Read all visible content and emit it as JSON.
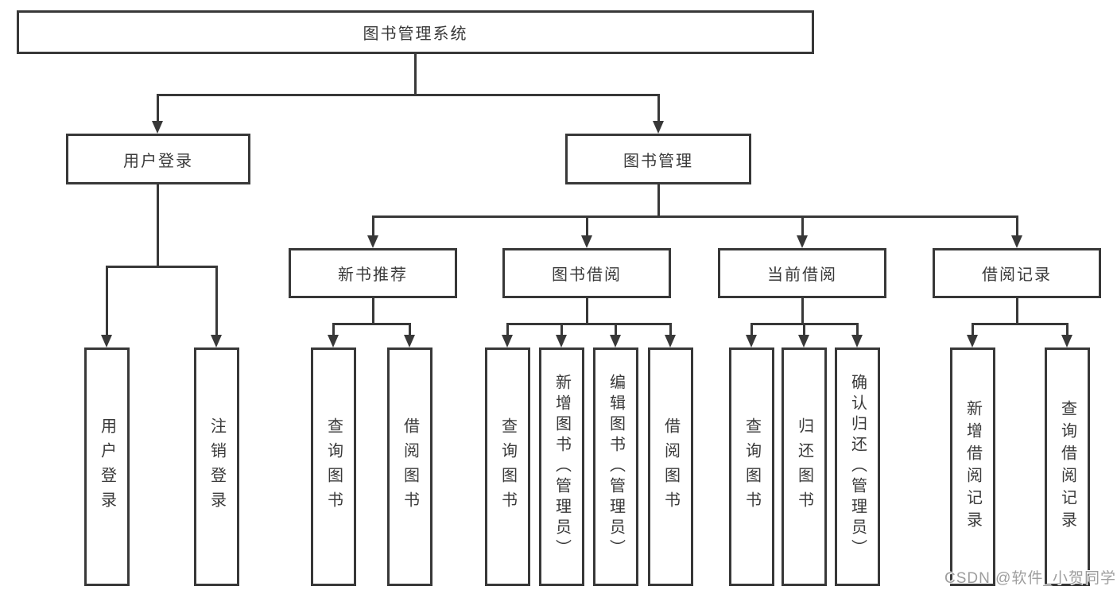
{
  "diagram": {
    "root": {
      "label": "图书管理系统"
    },
    "branches": [
      {
        "label": "用户登录"
      },
      {
        "label": "图书管理"
      }
    ],
    "modules": [
      {
        "label": "新书推荐"
      },
      {
        "label": "图书借阅"
      },
      {
        "label": "当前借阅"
      },
      {
        "label": "借阅记录"
      }
    ],
    "leaves": {
      "user": [
        "用户登录",
        "注销登录"
      ],
      "recommend": [
        "查询图书",
        "借阅图书"
      ],
      "borrow": [
        "查询图书",
        "新增图书（管理员）",
        "编辑图书（管理员）",
        "借阅图书"
      ],
      "current": [
        "查询图书",
        "归还图书",
        "确认归还（管理员）"
      ],
      "record": [
        "新增借阅记录",
        "查询借阅记录"
      ]
    }
  },
  "watermark": "CSDN @软件_小贺同学",
  "colors": {
    "line": "#383838",
    "text": "#3a3a3a",
    "background": "#ffffff",
    "watermark": "#9e9e9e"
  }
}
